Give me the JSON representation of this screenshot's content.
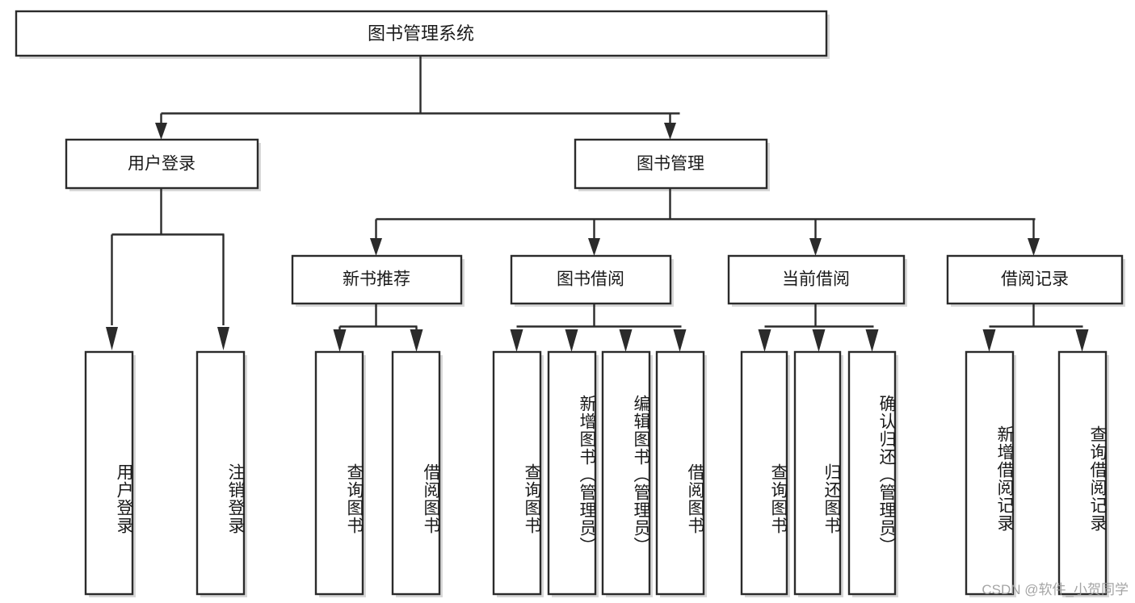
{
  "diagram": {
    "title": "图书管理系统",
    "type": "hierarchy-tree",
    "root": {
      "id": "root",
      "label": "图书管理系统",
      "orientation": "horizontal"
    },
    "level2": [
      {
        "id": "user-login",
        "label": "用户登录",
        "orientation": "horizontal"
      },
      {
        "id": "book-management",
        "label": "图书管理",
        "orientation": "horizontal"
      }
    ],
    "level3": [
      {
        "id": "new-book-recommend",
        "label": "新书推荐",
        "orientation": "horizontal",
        "parent": "book-management"
      },
      {
        "id": "book-borrow",
        "label": "图书借阅",
        "orientation": "horizontal",
        "parent": "book-management"
      },
      {
        "id": "current-borrow",
        "label": "当前借阅",
        "orientation": "horizontal",
        "parent": "book-management"
      },
      {
        "id": "borrow-record",
        "label": "借阅记录",
        "orientation": "horizontal",
        "parent": "book-management"
      }
    ],
    "leaves": {
      "user_login": [
        {
          "id": "leaf-user-login",
          "label": "用户登录",
          "orientation": "vertical"
        },
        {
          "id": "leaf-logout",
          "label": "注销登录",
          "orientation": "vertical"
        }
      ],
      "new_book_recommend": [
        {
          "id": "leaf-query-book-1",
          "label": "查询图书",
          "orientation": "vertical"
        },
        {
          "id": "leaf-borrow-book-1",
          "label": "借阅图书",
          "orientation": "vertical"
        }
      ],
      "book_borrow": [
        {
          "id": "leaf-query-book-2",
          "label": "查询图书",
          "orientation": "vertical"
        },
        {
          "id": "leaf-add-book",
          "label": "新增图书（管理员）",
          "orientation": "vertical"
        },
        {
          "id": "leaf-edit-book",
          "label": "编辑图书（管理员）",
          "orientation": "vertical"
        },
        {
          "id": "leaf-borrow-book-2",
          "label": "借阅图书",
          "orientation": "vertical"
        }
      ],
      "current_borrow": [
        {
          "id": "leaf-query-book-3",
          "label": "查询图书",
          "orientation": "vertical"
        },
        {
          "id": "leaf-return-book",
          "label": "归还图书",
          "orientation": "vertical"
        },
        {
          "id": "leaf-confirm-return",
          "label": "确认归还（管理员）",
          "orientation": "vertical"
        }
      ],
      "borrow_record": [
        {
          "id": "leaf-add-record",
          "label": "新增借阅记录",
          "orientation": "vertical"
        },
        {
          "id": "leaf-query-record",
          "label": "查询借阅记录",
          "orientation": "vertical"
        }
      ]
    },
    "colors": {
      "stroke": "#2b2b2b",
      "fill": "#ffffff",
      "text": "#1a1a1a",
      "shadow": "#b8b8b8",
      "watermark": "#9b9b9b"
    }
  },
  "watermark": {
    "text": "CSDN @软件_小贺同学"
  }
}
